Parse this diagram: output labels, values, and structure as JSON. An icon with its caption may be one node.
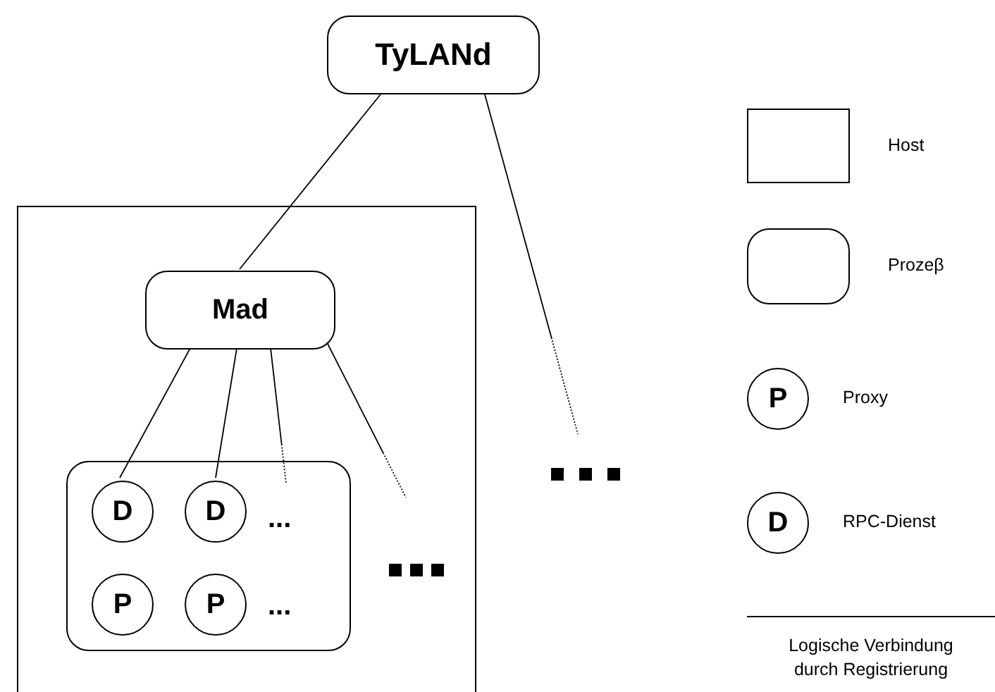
{
  "diagram": {
    "nodes": [
      {
        "text": [
          "TyLANd"
        ]
      },
      {
        "text": [],
        "shape": "rectangle"
      },
      {
        "text": [
          "Mad"
        ],
        "in": 1
      },
      {
        "text": [],
        "shape": "box",
        "in": 1
      },
      {
        "text": [
          "D"
        ],
        "in": 3
      },
      {
        "text": [
          "D"
        ],
        "in": 3
      },
      {
        "text": [
          "P"
        ],
        "in": 3
      },
      {
        "text": [
          "P"
        ],
        "in": 3
      },
      {
        "text": [
          "P"
        ]
      },
      {
        "text": [
          "D"
        ]
      },
      {
        "text": [],
        "shape": "rectangle"
      },
      {
        "text": [],
        "shape": "box"
      }
    ],
    "edges": [
      {
        "from": 0,
        "to": 2,
        "arrow": "none"
      },
      {
        "from": 0,
        "to": null,
        "arrow": "none",
        "style": "dashed"
      },
      {
        "from": 2,
        "to": 4,
        "arrow": "none"
      },
      {
        "from": 2,
        "to": 5,
        "arrow": "none"
      },
      {
        "from": 2,
        "to": null,
        "arrow": "none",
        "style": "dashed"
      },
      {
        "from": 2,
        "to": null,
        "arrow": "none",
        "style": "dashed"
      }
    ],
    "labels": [
      "...",
      "..."
    ],
    "legend": [
      {
        "text": "Host"
      },
      {
        "text": "Prozeβ"
      },
      {
        "text": "Proxy"
      },
      {
        "text": "RPC-Dienst"
      },
      {
        "text": "Logische Verbindung durch Registrierung"
      }
    ]
  }
}
